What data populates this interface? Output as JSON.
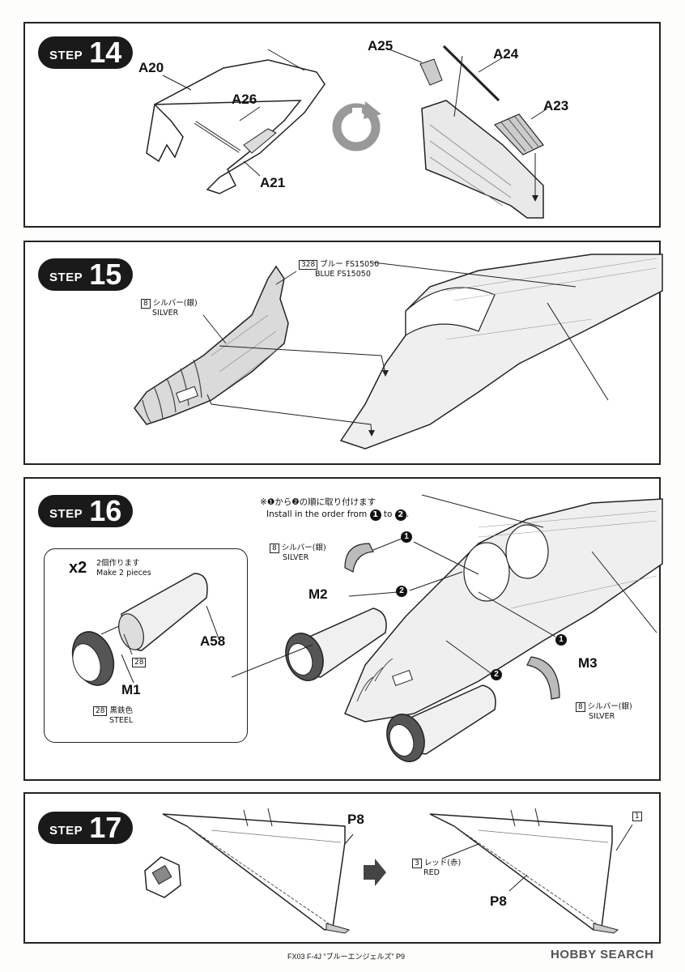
{
  "steps": [
    {
      "word": "STEP",
      "number": "14",
      "parts": [
        "A20",
        "A26",
        "A21",
        "A25",
        "A24",
        "A23"
      ]
    },
    {
      "word": "STEP",
      "number": "15",
      "paints": [
        {
          "code": "328",
          "jp": "ブルー FS15050",
          "en": "BLUE FS15050"
        },
        {
          "code": "8",
          "jp": "シルバー(銀)",
          "en": "SILVER"
        }
      ]
    },
    {
      "word": "STEP",
      "number": "16",
      "note_jp": "※❶から❷の順に取り付けます",
      "note_en_prefix": "Install in the order from",
      "note_en_mid": "to",
      "order_1": "1",
      "order_2": "2",
      "multiplier": "x2",
      "make_jp": "2個作ります",
      "make_en": "Make 2 pieces",
      "parts": {
        "a58": "A58",
        "m1": "M1",
        "m2": "M2",
        "m3": "M3"
      },
      "paint_small": "28",
      "paint_steel": {
        "code": "28",
        "jp": "黒鉄色",
        "en": "STEEL"
      },
      "paint_silver": {
        "code": "8",
        "jp": "シルバー(銀)",
        "en": "SILVER"
      }
    },
    {
      "word": "STEP",
      "number": "17",
      "parts": {
        "p8_left": "P8",
        "p8_right": "P8"
      },
      "decal": "1",
      "paint_red": {
        "code": "3",
        "jp": "レッド(赤)",
        "en": "RED"
      }
    }
  ],
  "footer": "FX03 F-4J “ブルーエンジェルズ” P9",
  "watermark": "HOBBY SEARCH"
}
